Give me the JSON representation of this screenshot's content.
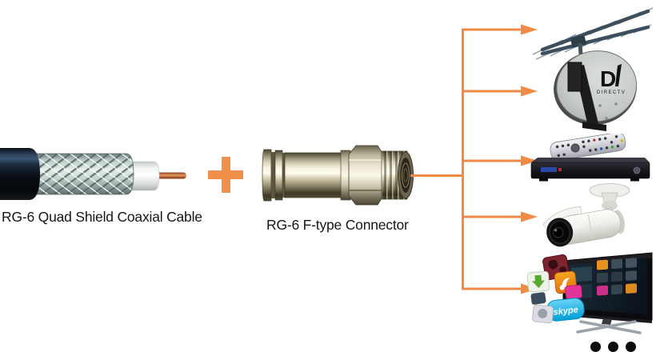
{
  "diagram": {
    "accent_orange": "#EF8B45",
    "text_color": "#161616",
    "cable": {
      "icon": "coaxial-cable-icon",
      "label": "RG-6 Quad Shield Coaxial Cable"
    },
    "plus": {
      "icon": "plus-icon"
    },
    "connector": {
      "icon": "f-type-connector-icon",
      "label": "RG-6 F-type Connector"
    },
    "devices": [
      {
        "id": "tv-antenna"
      },
      {
        "id": "satellite-dish",
        "logo_d": "D",
        "logo_text": "DIRECTV"
      },
      {
        "id": "set-top-box-with-remote"
      },
      {
        "id": "security-camera"
      },
      {
        "id": "smart-tv-apps",
        "app_label": "skype"
      }
    ],
    "more_devices": {
      "icon": "ellipsis-icon"
    }
  }
}
